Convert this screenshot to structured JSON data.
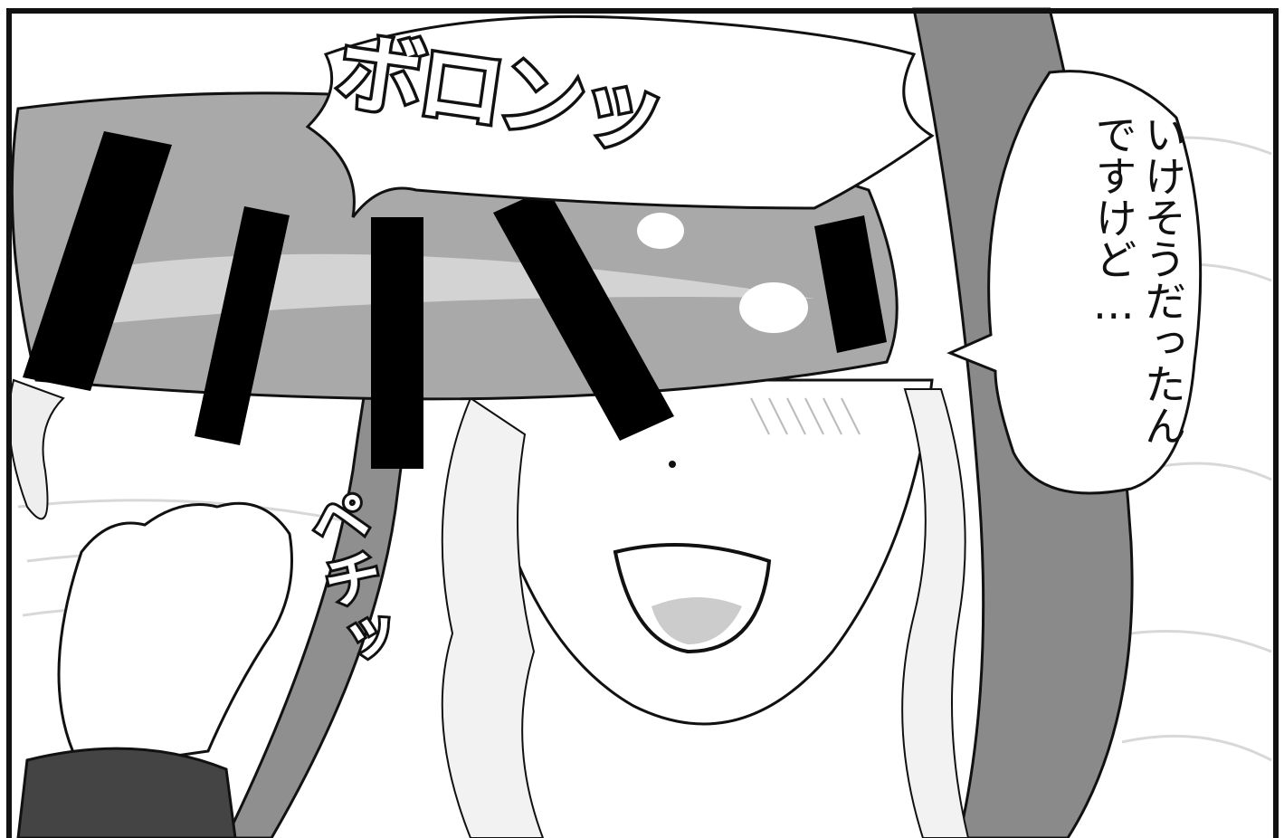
{
  "panel": {
    "sfx_main": "ボロンッ",
    "sfx_flick": "ペチッ",
    "dialogue_lines": [
      "いけそうだったん",
      "ですけど…"
    ],
    "colors": {
      "ink": "#111111",
      "paper": "#ffffff",
      "hair": "#8a8a8a",
      "censor": "#000000",
      "tone": "#cfcfcf"
    }
  }
}
